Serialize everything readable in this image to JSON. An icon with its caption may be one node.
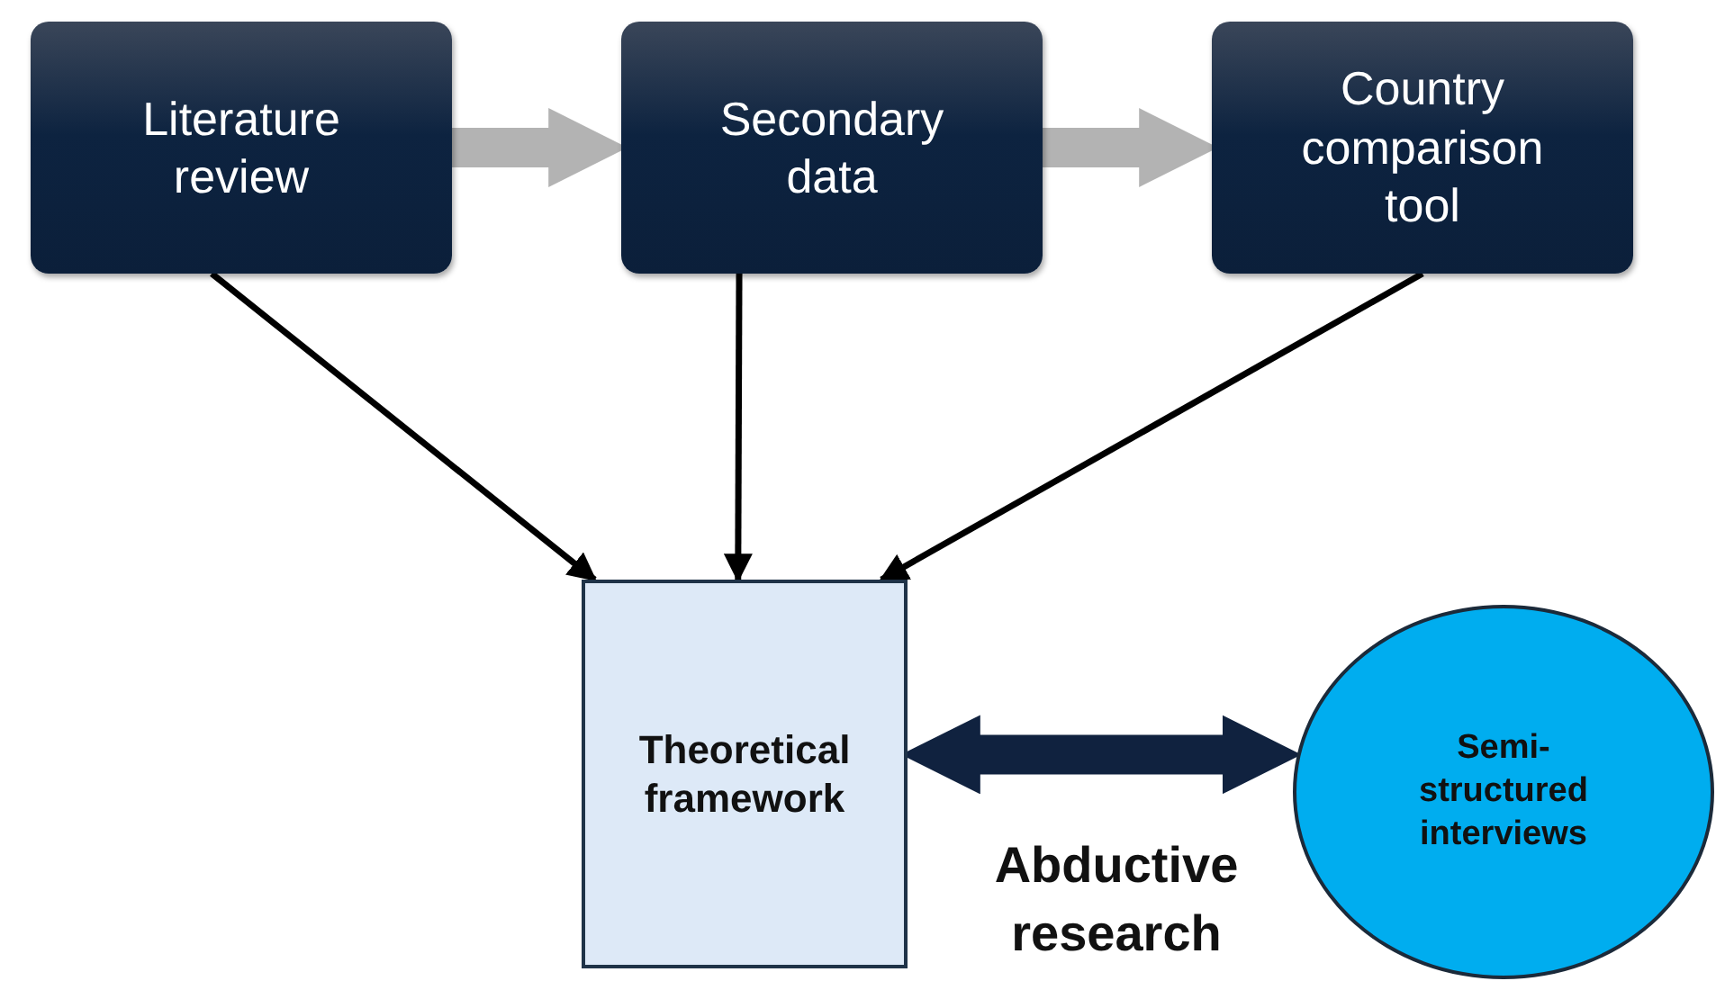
{
  "diagram": {
    "nodes": [
      {
        "text": [
          "Literature review"
        ]
      },
      {
        "text": [
          "Secondary data"
        ]
      },
      {
        "text": [
          "Country comparison tool"
        ]
      },
      {
        "text": [
          "Theoretical framework"
        ]
      },
      {
        "text": [
          "Semi-structured interviews"
        ]
      }
    ],
    "edges": [
      {
        "from": 0,
        "to": 1,
        "arrow": "to",
        "style": "thick",
        "color": "#b3b3b3"
      },
      {
        "from": 1,
        "to": 2,
        "arrow": "to",
        "style": "thick",
        "color": "#b3b3b3"
      },
      {
        "from": 0,
        "to": 3,
        "arrow": "to"
      },
      {
        "from": 1,
        "to": 3,
        "arrow": "to"
      },
      {
        "from": 2,
        "to": 3,
        "arrow": "to"
      },
      {
        "from": 3,
        "to": 4,
        "arrow": "both",
        "style": "thick",
        "color": "#10223f",
        "label": "Abductive research"
      }
    ]
  }
}
